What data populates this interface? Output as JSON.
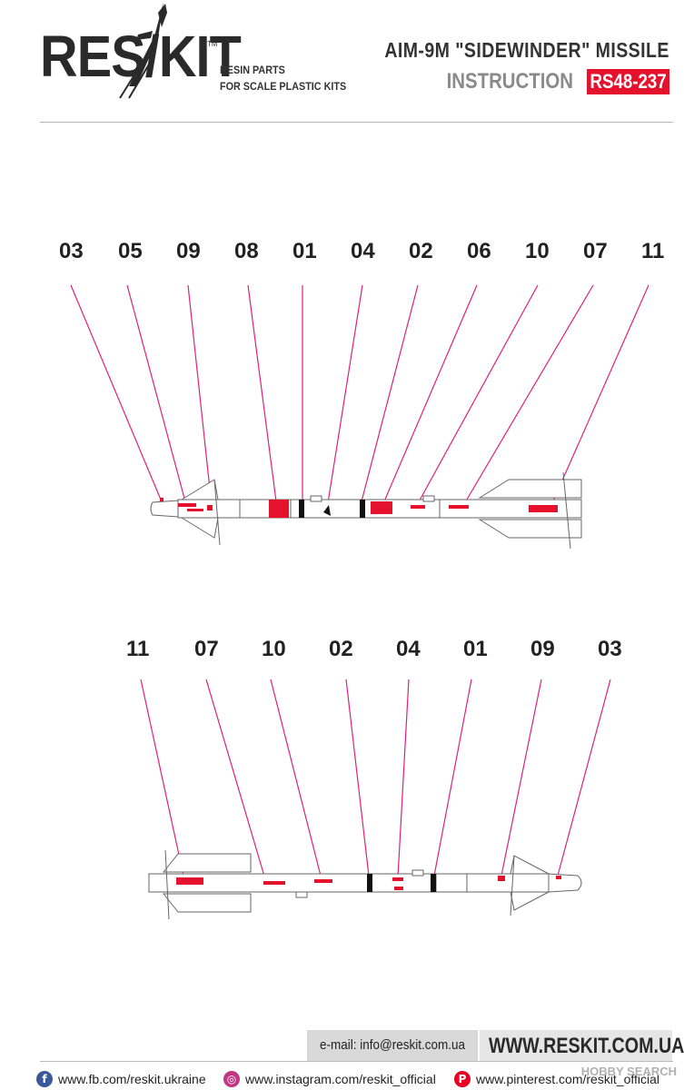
{
  "header": {
    "logo_text": "RES/KIT",
    "tm": "TM",
    "tagline_1": "RESIN PARTS",
    "tagline_2": "FOR SCALE PLASTIC KITS",
    "title": "AIM-9M \"SIDEWINDER\" MISSILE",
    "instruction_label": "INSTRUCTION",
    "product_code": "RS48-237"
  },
  "top_view": {
    "callouts": [
      "03",
      "05",
      "09",
      "08",
      "01",
      "04",
      "02",
      "06",
      "10",
      "07",
      "11"
    ]
  },
  "bottom_view": {
    "callouts": [
      "11",
      "07",
      "10",
      "02",
      "04",
      "01",
      "09",
      "03"
    ]
  },
  "footer": {
    "email": "e-mail: info@reskit.com.ua",
    "website": "WWW.RESKIT.COM.UA",
    "facebook": "www.fb.com/reskit.ukraine",
    "instagram": "www.instagram.com/reskit_official",
    "pinterest": "www.pinterest.com/reskit_official",
    "watermark": "HOBBY SEARCH"
  },
  "colors": {
    "accent_red": "#e5122d",
    "leader_line": "#e0207a",
    "text_dark": "#222222",
    "text_grey": "#8a8a8a"
  }
}
